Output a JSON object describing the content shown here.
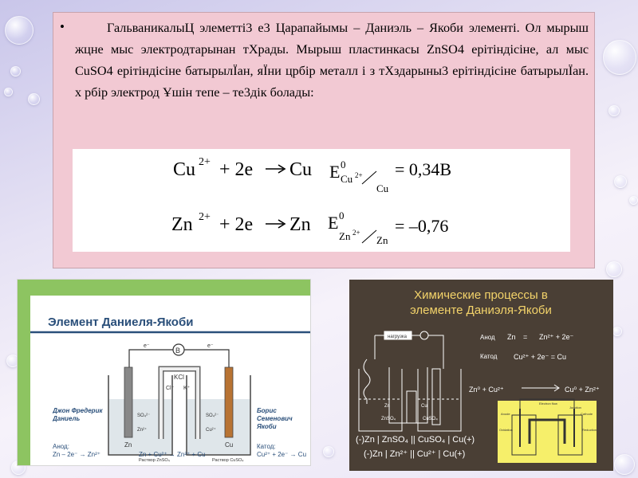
{
  "slide": {
    "paragraph": "ГальваникалыЦ элеметті3 е3 Царапайымы – Даниэль – Якоби элементі. Ол мырыш жцне мыс электродтарынан тХрады. Мырыш пластинкасы ZnSO4 ерітіндісіне, ал мыс CuSO4 ерітіндісіне батырылЇан, яЇни црбір металл і з тХздарыны3 ерітіндісіне батырылЇан. х рбір электрод Ұшін тепе – те3дік болады:",
    "bullet": "•",
    "equations": {
      "eq1": {
        "ion": "Cu",
        "charge": "2+",
        "plus": "+ 2e",
        "product": "Cu",
        "E": "E",
        "superscript": "0",
        "pair_top": "Cu",
        "pair_top_charge": "2+",
        "pair_bottom": "Cu",
        "value": "= 0,34В"
      },
      "eq2": {
        "ion": "Zn",
        "charge": "2+",
        "plus": "+ 2e",
        "product": "Zn",
        "E": "E",
        "superscript": "0",
        "pair_top": "Zn",
        "pair_top_charge": "2+",
        "pair_bottom": "Zn",
        "value": "= –0,76"
      }
    }
  },
  "left_image": {
    "title": "Элемент Даниеля-Якоби",
    "labels": {
      "kcl": "KCl",
      "b": "B",
      "e1": "e⁻",
      "e2": "e⁻",
      "k": "K⁺",
      "cl": "Cl⁻",
      "so4_left": "SO₄²⁻",
      "so4_right": "SO₄²⁻",
      "zn": "Zn",
      "cu": "Cu",
      "zn2": "Zn²⁺",
      "cu2": "Cu²⁺",
      "sol_left": "Раствор ZnSO₄",
      "sol_right": "Раствор CuSO₄"
    },
    "person_left": "Джон Фредерик Даниель",
    "person_right": "Борис Семенович Якоби",
    "anode_label": "Анод:",
    "anode_eq": "Zn – 2e⁻ → Zn²⁺",
    "cathode_label": "Катод:",
    "cathode_eq": "Cu²⁺ + 2e⁻ → Cu",
    "overall": "Zn + Cu²⁺ → Zn²⁺ + Cu"
  },
  "right_image": {
    "title_line1": "Химические процессы в",
    "title_line2": "элементе Даниэля-Якоби",
    "load": "нагрузка",
    "anode_label": "Анод",
    "anode_lhs": "Zn",
    "anode_eq": "=",
    "anode_rhs": "Zn²⁺ + 2e⁻",
    "cathode_label": "Катод",
    "cathode_eq": "Cu²⁺ + 2e⁻ = Cu",
    "reaction_left": "Zn⁰ + Cu²⁺",
    "reaction_right": "Cu⁰ + Zn²⁺",
    "scheme1": "(-)Zn | ZnSO₄ || CuSO₄ | Cu(+)",
    "scheme2": "(-)Zn | Zn²⁺ || Cu²⁺ | Cu(+)",
    "fig_labels": {
      "zn": "Zn",
      "cu": "Cu",
      "znso4": "ZnSO₄",
      "cuso4": "CuSO₄",
      "anode": "Anode",
      "cathode": "Cathode",
      "oxidation": "Oxidation",
      "reduction": "Reduction",
      "junction": "Junction",
      "electron_flow": "Electron flow"
    }
  },
  "colors": {
    "pink_box": "#f2c9d3",
    "dark_panel": "#4a3f35",
    "title_blue": "#2a5a8a",
    "header_green": "#7ab648",
    "panel_white": "#ffffff"
  }
}
